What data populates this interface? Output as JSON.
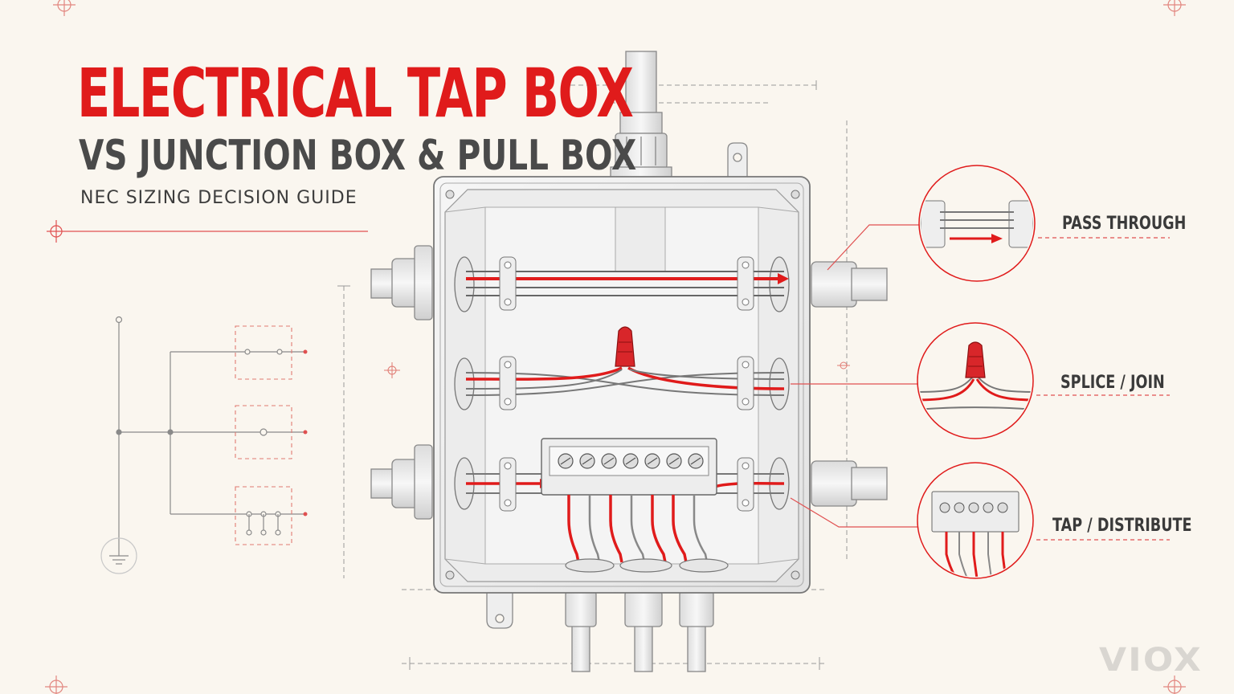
{
  "title": {
    "main": "ELECTRICAL TAP BOX",
    "sub": "VS JUNCTION BOX & PULL BOX",
    "guide": "NEC SIZING DECISION GUIDE"
  },
  "callouts": [
    {
      "label": "PASS THROUGH"
    },
    {
      "label": "SPLICE / JOIN"
    },
    {
      "label": "TAP / DISTRIBUTE"
    }
  ],
  "brand": "VIOX",
  "colors": {
    "background": "#faf6ef",
    "accent": "#e01b1b",
    "ink": "#4a4a4a",
    "box_fill": "#efefef"
  },
  "icons": [
    "crosshair-icon",
    "ground-icon",
    "wire-nut-icon",
    "terminal-block-icon",
    "arrow-icon"
  ]
}
